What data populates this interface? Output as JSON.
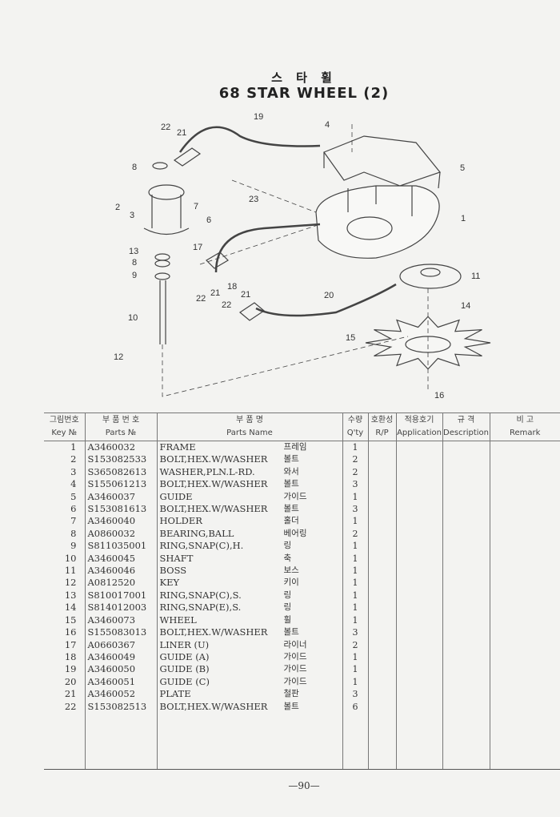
{
  "header": {
    "title_ko": "스 타 휠",
    "title_en": "68  STAR WHEEL (2)"
  },
  "diagram": {
    "callouts": [
      "22",
      "21",
      "19",
      "4",
      "8",
      "5",
      "2",
      "3",
      "7",
      "23",
      "1",
      "6",
      "17",
      "13",
      "8",
      "9",
      "11",
      "21",
      "18",
      "22",
      "21",
      "20",
      "22",
      "14",
      "10",
      "15",
      "12",
      "16"
    ]
  },
  "table": {
    "headers": [
      {
        "ko": "그림번호",
        "en": "Key №"
      },
      {
        "ko": "부 품 번 호",
        "en": "Parts №"
      },
      {
        "ko": "부      품      명",
        "en": "Parts   Name"
      },
      {
        "ko": "수량",
        "en": "Q'ty"
      },
      {
        "ko": "호환성",
        "en": "R/P"
      },
      {
        "ko": "적용호기",
        "en": "Application"
      },
      {
        "ko": "규  격",
        "en": "Description"
      },
      {
        "ko": "비        고",
        "en": "Remark"
      }
    ],
    "rows": [
      {
        "key": "1",
        "part": "A3460032",
        "name": "FRAME",
        "ko": "프레임",
        "qty": "1"
      },
      {
        "key": "2",
        "part": "S153082533",
        "name": "BOLT,HEX.W/WASHER",
        "ko": "볼트",
        "qty": "2"
      },
      {
        "key": "3",
        "part": "S365082613",
        "name": "WASHER,PLN.L-RD.",
        "ko": "와서",
        "qty": "2"
      },
      {
        "key": "4",
        "part": "S155061213",
        "name": "BOLT,HEX.W/WASHER",
        "ko": "볼트",
        "qty": "3"
      },
      {
        "key": "5",
        "part": "A3460037",
        "name": "GUIDE",
        "ko": "가이드",
        "qty": "1"
      },
      {
        "key": "6",
        "part": "S153081613",
        "name": "BOLT,HEX.W/WASHER",
        "ko": "볼트",
        "qty": "3"
      },
      {
        "key": "7",
        "part": "A3460040",
        "name": "HOLDER",
        "ko": "홀더",
        "qty": "1"
      },
      {
        "key": "8",
        "part": "A0860032",
        "name": "BEARING,BALL",
        "ko": "베어링",
        "qty": "2"
      },
      {
        "key": "9",
        "part": "S811035001",
        "name": "RING,SNAP(C),H.",
        "ko": "링",
        "qty": "1"
      },
      {
        "key": "10",
        "part": "A3460045",
        "name": "SHAFT",
        "ko": "축",
        "qty": "1"
      },
      {
        "key": "11",
        "part": "A3460046",
        "name": "BOSS",
        "ko": "보스",
        "qty": "1"
      },
      {
        "key": "12",
        "part": "A0812520",
        "name": "KEY",
        "ko": "키이",
        "qty": "1"
      },
      {
        "key": "13",
        "part": "S810017001",
        "name": "RING,SNAP(C),S.",
        "ko": "링",
        "qty": "1"
      },
      {
        "key": "14",
        "part": "S814012003",
        "name": "RING,SNAP(E),S.",
        "ko": "링",
        "qty": "1"
      },
      {
        "key": "15",
        "part": "A3460073",
        "name": "WHEEL",
        "ko": "휠",
        "qty": "1"
      },
      {
        "key": "16",
        "part": "S155083013",
        "name": "BOLT,HEX.W/WASHER",
        "ko": "볼트",
        "qty": "3"
      },
      {
        "key": "17",
        "part": "A0660367",
        "name": "LINER (U)",
        "ko": "라이너",
        "qty": "2"
      },
      {
        "key": "18",
        "part": "A3460049",
        "name": "GUIDE (A)",
        "ko": "가이드",
        "qty": "1"
      },
      {
        "key": "19",
        "part": "A3460050",
        "name": "GUIDE (B)",
        "ko": "가이드",
        "qty": "1"
      },
      {
        "key": "20",
        "part": "A3460051",
        "name": "GUIDE (C)",
        "ko": "가이드",
        "qty": "1"
      },
      {
        "key": "21",
        "part": "A3460052",
        "name": "PLATE",
        "ko": "철판",
        "qty": "3"
      },
      {
        "key": "22",
        "part": "S153082513",
        "name": "BOLT,HEX.W/WASHER",
        "ko": "볼트",
        "qty": "6"
      }
    ]
  },
  "footer": {
    "page": "—90—"
  }
}
